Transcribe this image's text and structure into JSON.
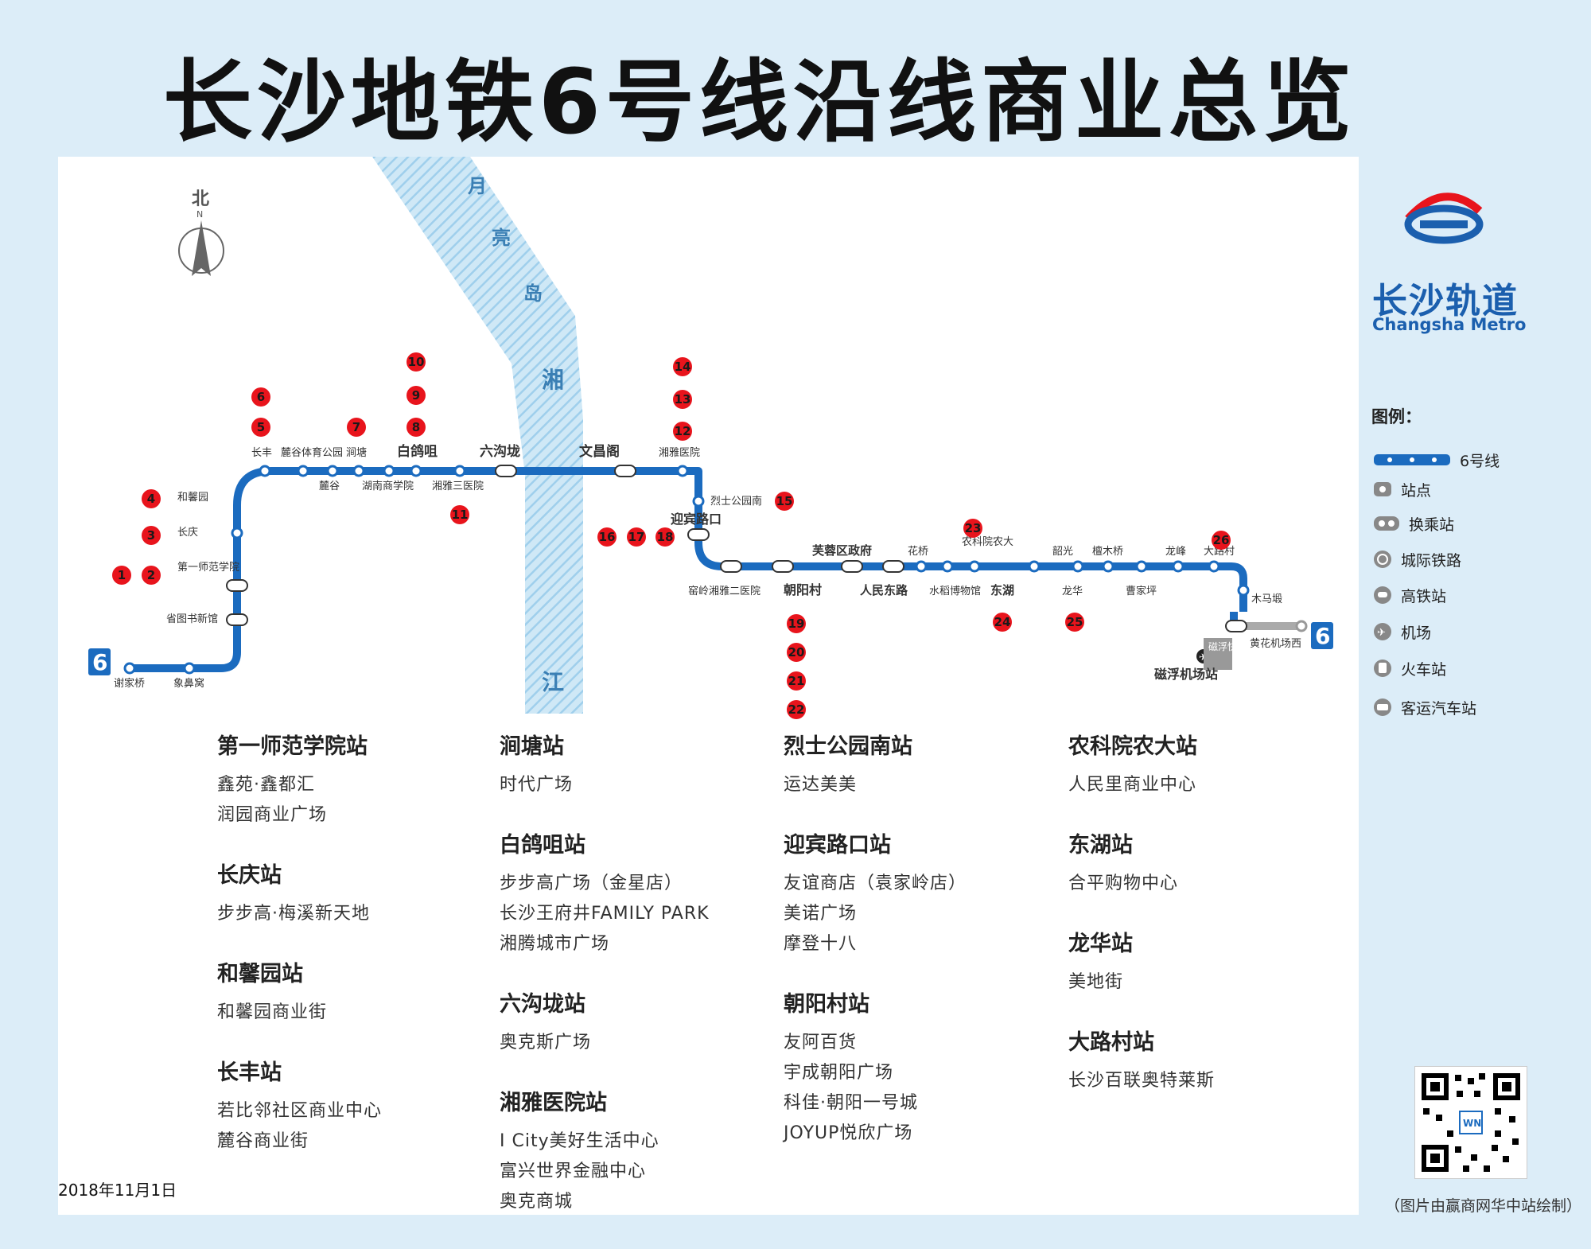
{
  "title": "长沙地铁6号线沿线商业总览",
  "date": "2018年11月1日",
  "credit": "（图片由赢商网华中站绘制）",
  "compass": {
    "label": "北",
    "sub": "N"
  },
  "river": {
    "name_top": [
      "月",
      "亮",
      "岛"
    ],
    "name_mid": "湘",
    "name_bottom": "江"
  },
  "line_badge": "6",
  "brand": {
    "cn": "长沙轨道",
    "en": "Changsha Metro"
  },
  "legend": {
    "title": "图例：",
    "items": [
      {
        "icon": "line-6-icon",
        "label": "6号线"
      },
      {
        "icon": "station-icon",
        "label": "站点"
      },
      {
        "icon": "transfer-station-icon",
        "label": "换乘站"
      },
      {
        "icon": "intercity-rail-icon",
        "label": "城际铁路"
      },
      {
        "icon": "high-speed-rail-icon",
        "label": "高铁站"
      },
      {
        "icon": "airport-icon",
        "label": "机场"
      },
      {
        "icon": "train-station-icon",
        "label": "火车站"
      },
      {
        "icon": "bus-station-icon",
        "label": "客运汽车站"
      }
    ]
  },
  "stations": [
    "谢家桥",
    "象鼻窝",
    "省图书新馆",
    "第一师范学院",
    "长庆",
    "和馨园",
    "长丰",
    "麓谷",
    "麓谷体育公园",
    "湖南商学院",
    "涧塘",
    "白鸽咀",
    "湘雅三医院",
    "六沟垅",
    "文昌阁",
    "湘雅医院",
    "烈士公园南",
    "迎宾路口",
    "窑岭湘雅二医院",
    "朝阳村",
    "芙蓉区政府",
    "人民东路",
    "花桥",
    "水稻博物馆",
    "农科院农大",
    "东湖",
    "韶光",
    "龙华",
    "檀木桥",
    "曹家坪",
    "龙峰",
    "大路村",
    "木马塅",
    "黄花机场西",
    "磁浮机场站",
    "磁浮快线"
  ],
  "markers": [
    "1",
    "2",
    "3",
    "4",
    "5",
    "6",
    "7",
    "8",
    "9",
    "10",
    "11",
    "12",
    "13",
    "14",
    "15",
    "16",
    "17",
    "18",
    "19",
    "20",
    "21",
    "22",
    "23",
    "24",
    "25",
    "26"
  ],
  "columns": [
    [
      {
        "station": "第一师范学院站",
        "items": [
          "鑫苑·鑫都汇",
          "润园商业广场"
        ]
      },
      {
        "station": "长庆站",
        "items": [
          "步步高·梅溪新天地"
        ]
      },
      {
        "station": "和馨园站",
        "items": [
          "和馨园商业街"
        ]
      },
      {
        "station": "长丰站",
        "items": [
          "若比邻社区商业中心",
          "麓谷商业街"
        ]
      }
    ],
    [
      {
        "station": "涧塘站",
        "items": [
          "时代广场"
        ]
      },
      {
        "station": "白鸽咀站",
        "items": [
          "步步高广场（金星店）",
          "长沙王府井FAMILY PARK",
          "湘腾城市广场"
        ]
      },
      {
        "station": "六沟垅站",
        "items": [
          "奥克斯广场"
        ]
      },
      {
        "station": "湘雅医院站",
        "items": [
          "I City美好生活中心",
          "富兴世界金融中心",
          "奥克商城"
        ]
      }
    ],
    [
      {
        "station": "烈士公园南站",
        "items": [
          "运达美美"
        ]
      },
      {
        "station": "迎宾路口站",
        "items": [
          "友谊商店（袁家岭店）",
          "美诺广场",
          "摩登十八"
        ]
      },
      {
        "station": "朝阳村站",
        "items": [
          "友阿百货",
          "宇成朝阳广场",
          "科佳·朝阳一号城",
          "JOYUP悦欣广场"
        ]
      }
    ],
    [
      {
        "station": "农科院农大站",
        "items": [
          "人民里商业中心"
        ]
      },
      {
        "station": "东湖站",
        "items": [
          "合平购物中心"
        ]
      },
      {
        "station": "龙华站",
        "items": [
          "美地街"
        ]
      },
      {
        "station": "大路村站",
        "items": [
          "长沙百联奥特莱斯"
        ]
      }
    ]
  ],
  "colors": {
    "line": "#1b6bbf",
    "marker": "#e8141c",
    "river": "#a9d6f0",
    "page_bg": "#dcedf8"
  }
}
